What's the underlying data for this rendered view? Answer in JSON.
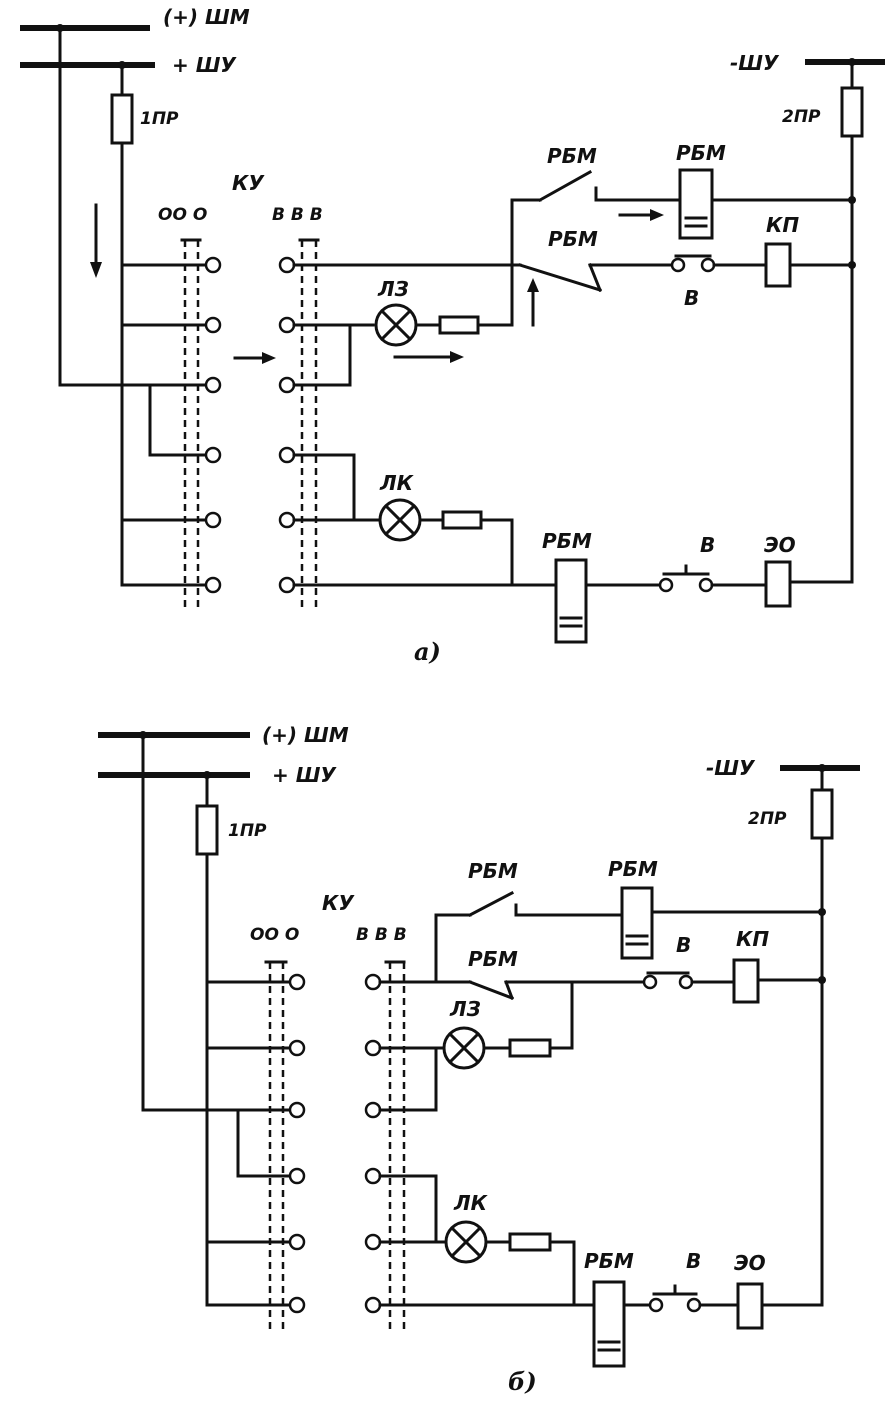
{
  "diagram_a": {
    "bus_shm": "(+) ШМ",
    "bus_plus_shu": "+ ШУ",
    "bus_minus_shu": "-ШУ",
    "fuse1": "1ПР",
    "fuse2": "2ПР",
    "switch": "КУ",
    "left_contacts": "ОО О",
    "right_contacts": "В В В",
    "relay_top": "РБМ",
    "relay_coil": "РБМ",
    "relay_bottom_contact": "РБМ",
    "lamp_green": "ЛЗ",
    "lamp_red": "ЛК",
    "close_contactor": "КП",
    "aux_contact_top": "В",
    "relay_lower": "РБМ",
    "aux_contact_bottom": "В",
    "trip_coil": "ЭО",
    "caption": "а)"
  },
  "diagram_b": {
    "bus_shm": "(+) ШМ",
    "bus_plus_shu": "+ ШУ",
    "bus_minus_shu": "-ШУ",
    "fuse1": "1ПР",
    "fuse2": "2ПР",
    "switch": "КУ",
    "left_contacts": "ОО О",
    "right_contacts": "В В В",
    "relay_top": "РБМ",
    "relay_coil": "РБМ",
    "relay_bottom_contact": "РБМ",
    "lamp_green": "ЛЗ",
    "lamp_red": "ЛК",
    "close_contactor": "КП",
    "aux_contact_top": "В",
    "relay_lower": "РБМ",
    "aux_contact_bottom": "В",
    "trip_coil": "ЭО",
    "caption": "б)"
  }
}
